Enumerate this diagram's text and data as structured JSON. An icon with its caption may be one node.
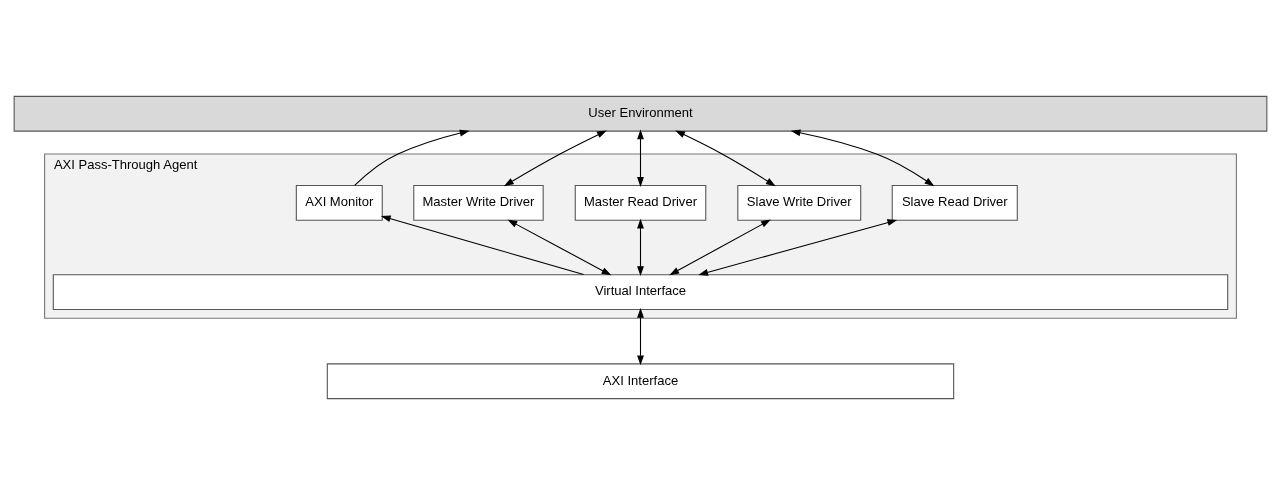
{
  "diagram": {
    "nodes": [
      {
        "text": [
          "User Environment"
        ]
      },
      {
        "text": [
          "AXI Pass-Through Agent"
        ]
      },
      {
        "text": [
          "AXI Monitor"
        ],
        "in": 1
      },
      {
        "text": [
          "Master Write Driver"
        ],
        "in": 1
      },
      {
        "text": [
          "Master Read Driver"
        ],
        "in": 1
      },
      {
        "text": [
          "Slave Write Driver"
        ],
        "in": 1
      },
      {
        "text": [
          "Slave Read Driver"
        ],
        "in": 1
      },
      {
        "text": [
          "Virtual Interface"
        ],
        "in": 1
      },
      {
        "text": [
          "AXI Interface"
        ]
      }
    ],
    "edges": [
      {
        "from": 2,
        "to": 0,
        "arrow": "to"
      },
      {
        "from": 3,
        "to": 0,
        "arrow": "both"
      },
      {
        "from": 4,
        "to": 0,
        "arrow": "both"
      },
      {
        "from": 5,
        "to": 0,
        "arrow": "both"
      },
      {
        "from": 6,
        "to": 0,
        "arrow": "both"
      },
      {
        "from": 7,
        "to": 2,
        "arrow": "to"
      },
      {
        "from": 7,
        "to": 3,
        "arrow": "both"
      },
      {
        "from": 7,
        "to": 4,
        "arrow": "both"
      },
      {
        "from": 7,
        "to": 5,
        "arrow": "both"
      },
      {
        "from": 7,
        "to": 6,
        "arrow": "both"
      },
      {
        "from": 7,
        "to": 8,
        "arrow": "both"
      }
    ]
  }
}
